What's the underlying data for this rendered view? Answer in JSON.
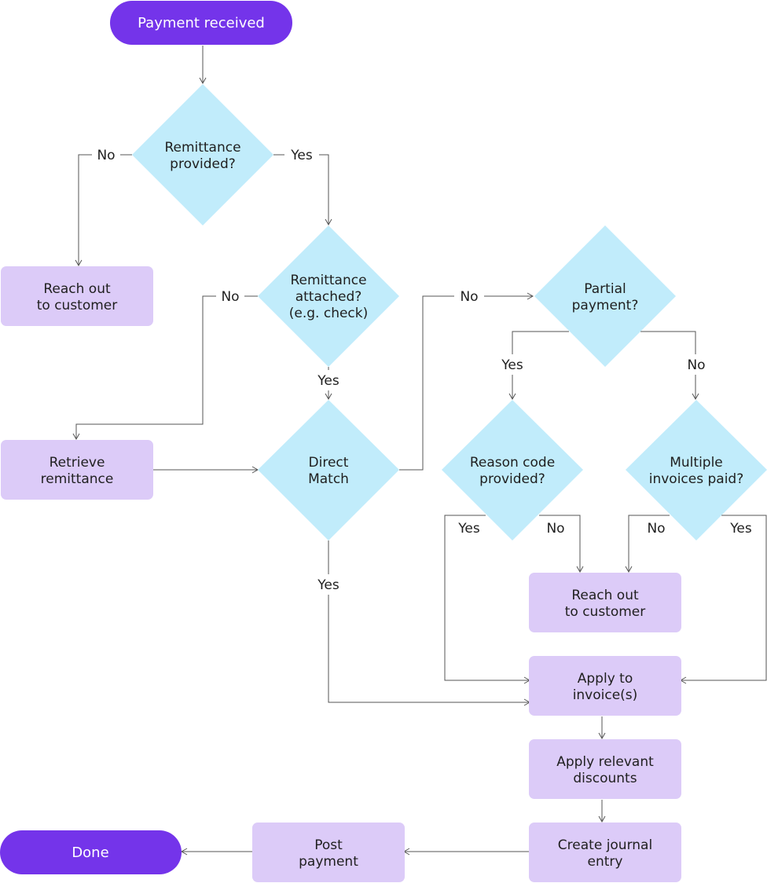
{
  "colors": {
    "terminal": "#7434ea",
    "process": "#dccbf8",
    "decision": "#c1ecfb",
    "line": "#555555"
  },
  "nodes": {
    "payment_received": "Payment received",
    "remittance_provided": [
      "Remittance",
      "provided?"
    ],
    "reach_out_1": [
      "Reach out",
      "to customer"
    ],
    "remittance_attached": [
      "Remittance",
      "attached?",
      "(e.g. check)"
    ],
    "retrieve_remittance": [
      "Retrieve",
      "remittance"
    ],
    "direct_match": [
      "Direct",
      "Match"
    ],
    "partial_payment": [
      "Partial",
      "payment?"
    ],
    "reason_code": [
      "Reason code",
      "provided?"
    ],
    "multiple_invoices": [
      "Multiple",
      "invoices paid?"
    ],
    "reach_out_2": [
      "Reach out",
      "to customer"
    ],
    "apply_invoices": [
      "Apply to",
      "invoice(s)"
    ],
    "apply_discounts": [
      "Apply relevant",
      "discounts"
    ],
    "create_journal": [
      "Create journal",
      "entry"
    ],
    "post_payment": [
      "Post",
      "payment"
    ],
    "done": "Done"
  },
  "edge_labels": {
    "rp_no": "No",
    "rp_yes": "Yes",
    "ra_no": "No",
    "ra_yes": "Yes",
    "dm_no": "No",
    "dm_yes": "Yes",
    "pp_yes": "Yes",
    "pp_no": "No",
    "rc_yes": "Yes",
    "rc_no": "No",
    "mi_no": "No",
    "mi_yes": "Yes"
  }
}
